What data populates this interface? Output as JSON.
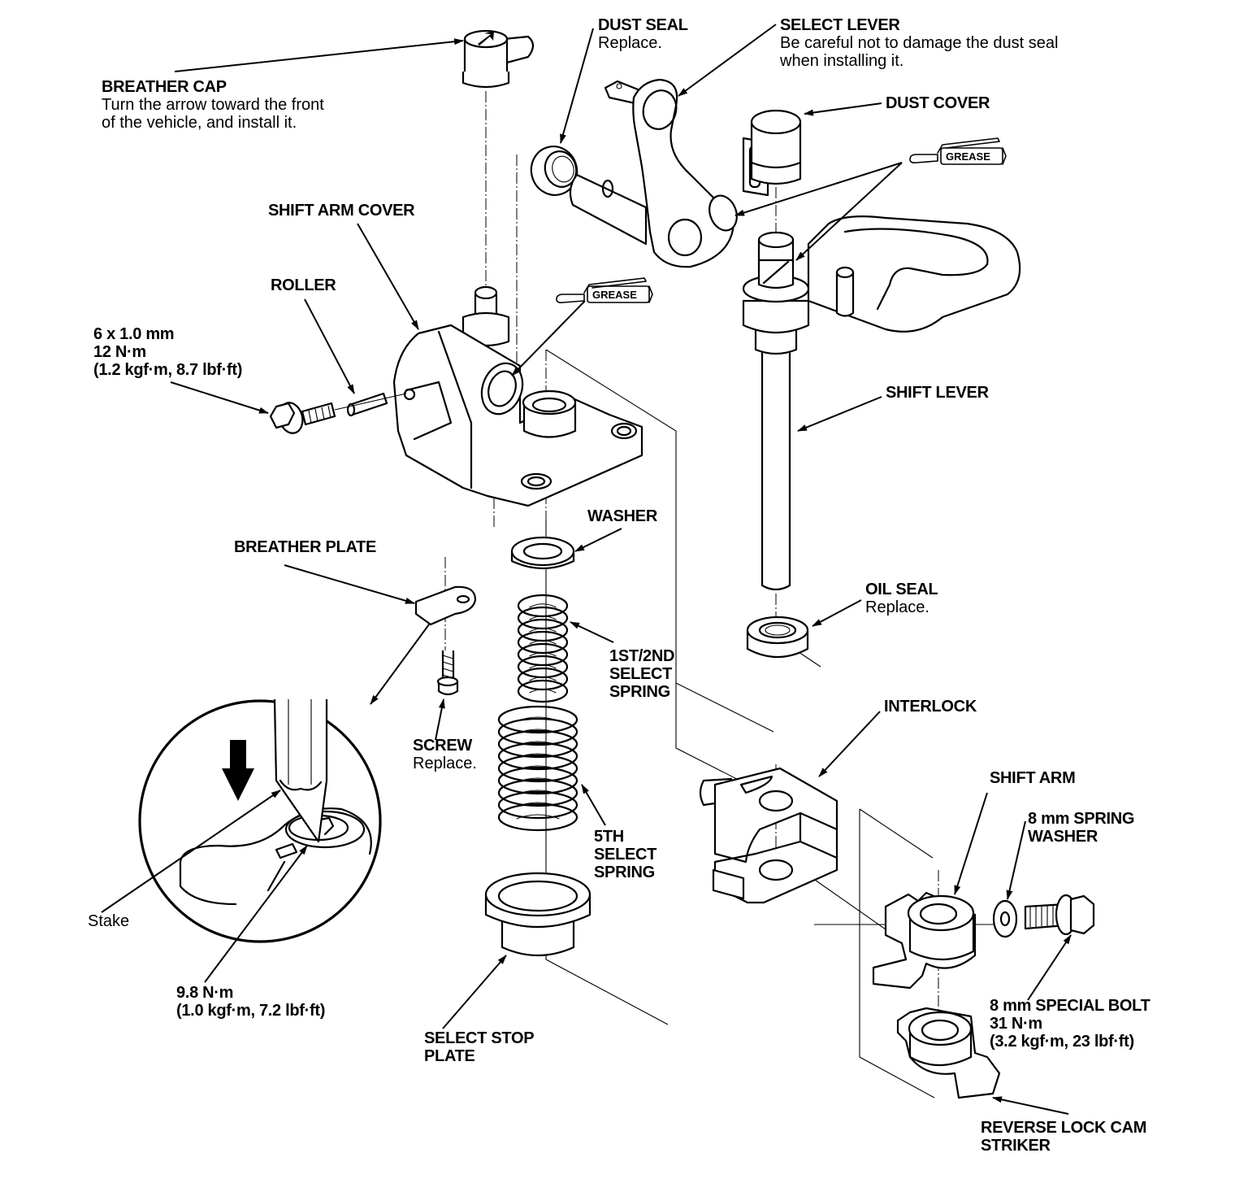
{
  "diagram": {
    "title": "Shift Lever / Shift Arm Cover Exploded View",
    "grease_tag": "GREASE",
    "labels": {
      "breather_cap": {
        "title": "BREATHER CAP",
        "note_1": "Turn the arrow toward the front",
        "note_2": "of the vehicle, and install it."
      },
      "dust_seal": {
        "title": "DUST SEAL",
        "note_1": "Replace."
      },
      "select_lever": {
        "title": "SELECT LEVER",
        "note_1": "Be careful not to damage the dust seal",
        "note_2": "when installing it."
      },
      "dust_cover": {
        "title": "DUST COVER"
      },
      "shift_arm_cover": {
        "title": "SHIFT ARM COVER"
      },
      "roller": {
        "title": "ROLLER"
      },
      "bolt_6mm": {
        "line_1": "6 x 1.0 mm",
        "line_2": "12 N·m",
        "line_3": "(1.2 kgf·m, 8.7 lbf·ft)"
      },
      "shift_lever": {
        "title": "SHIFT LEVER"
      },
      "washer": {
        "title": "WASHER"
      },
      "breather_plate": {
        "title": "BREATHER PLATE"
      },
      "oil_seal": {
        "title": "OIL SEAL",
        "note_1": "Replace."
      },
      "select_spring_12": {
        "line_1": "1ST/2ND",
        "line_2": "SELECT",
        "line_3": "SPRING"
      },
      "screw": {
        "title": "SCREW",
        "note_1": "Replace."
      },
      "interlock": {
        "title": "INTERLOCK"
      },
      "select_spring_5": {
        "line_1": "5TH",
        "line_2": "SELECT",
        "line_3": "SPRING"
      },
      "shift_arm": {
        "title": "SHIFT ARM"
      },
      "spring_washer": {
        "line_1": "8 mm SPRING",
        "line_2": "WASHER"
      },
      "stake": {
        "text": "Stake"
      },
      "screw_torque": {
        "line_1": "9.8 N·m",
        "line_2": "(1.0 kgf·m, 7.2 lbf·ft)"
      },
      "special_bolt": {
        "line_1": "8 mm SPECIAL BOLT",
        "line_2": "31 N·m",
        "line_3": "(3.2 kgf·m, 23 lbf·ft)"
      },
      "select_stop_plate": {
        "line_1": "SELECT STOP",
        "line_2": "PLATE"
      },
      "reverse_lock_cam": {
        "line_1": "REVERSE LOCK CAM",
        "line_2": "STRIKER"
      }
    }
  }
}
